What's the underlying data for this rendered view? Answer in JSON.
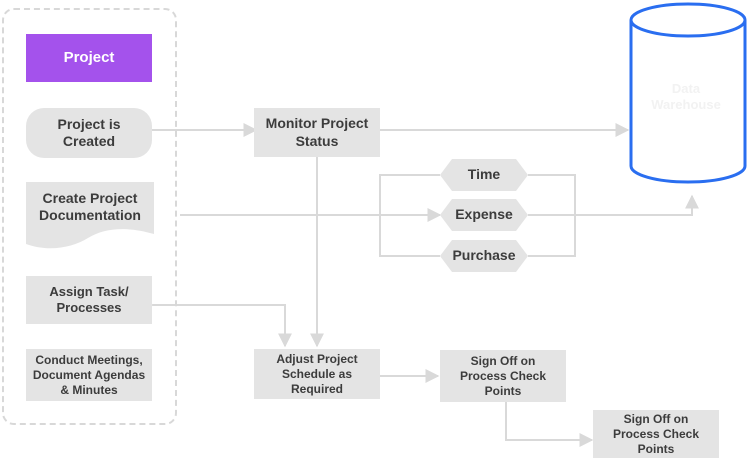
{
  "nodes": {
    "project": "Project",
    "project_created": "Project is Created",
    "create_docs": "Create Project Documentation",
    "assign_task": "Assign Task/ Processes",
    "conduct_meetings": "Conduct Meetings, Document Agendas & Minutes",
    "monitor_status": "Monitor Project Status",
    "time": "Time",
    "expense": "Expense",
    "purchase": "Purchase",
    "adjust_schedule": "Adjust Project Schedule as Required",
    "sign_off_1": "Sign Off on Process Check Points",
    "sign_off_2": "Sign Off on Process Check Points",
    "data_warehouse": "Data Warehouse"
  },
  "colors": {
    "project_fill": "#a452ec",
    "box_fill": "#e4e4e4",
    "box_text": "#3c3c3c",
    "arrow": "#d9d9d9",
    "cylinder_stroke": "#2a6ef0"
  }
}
